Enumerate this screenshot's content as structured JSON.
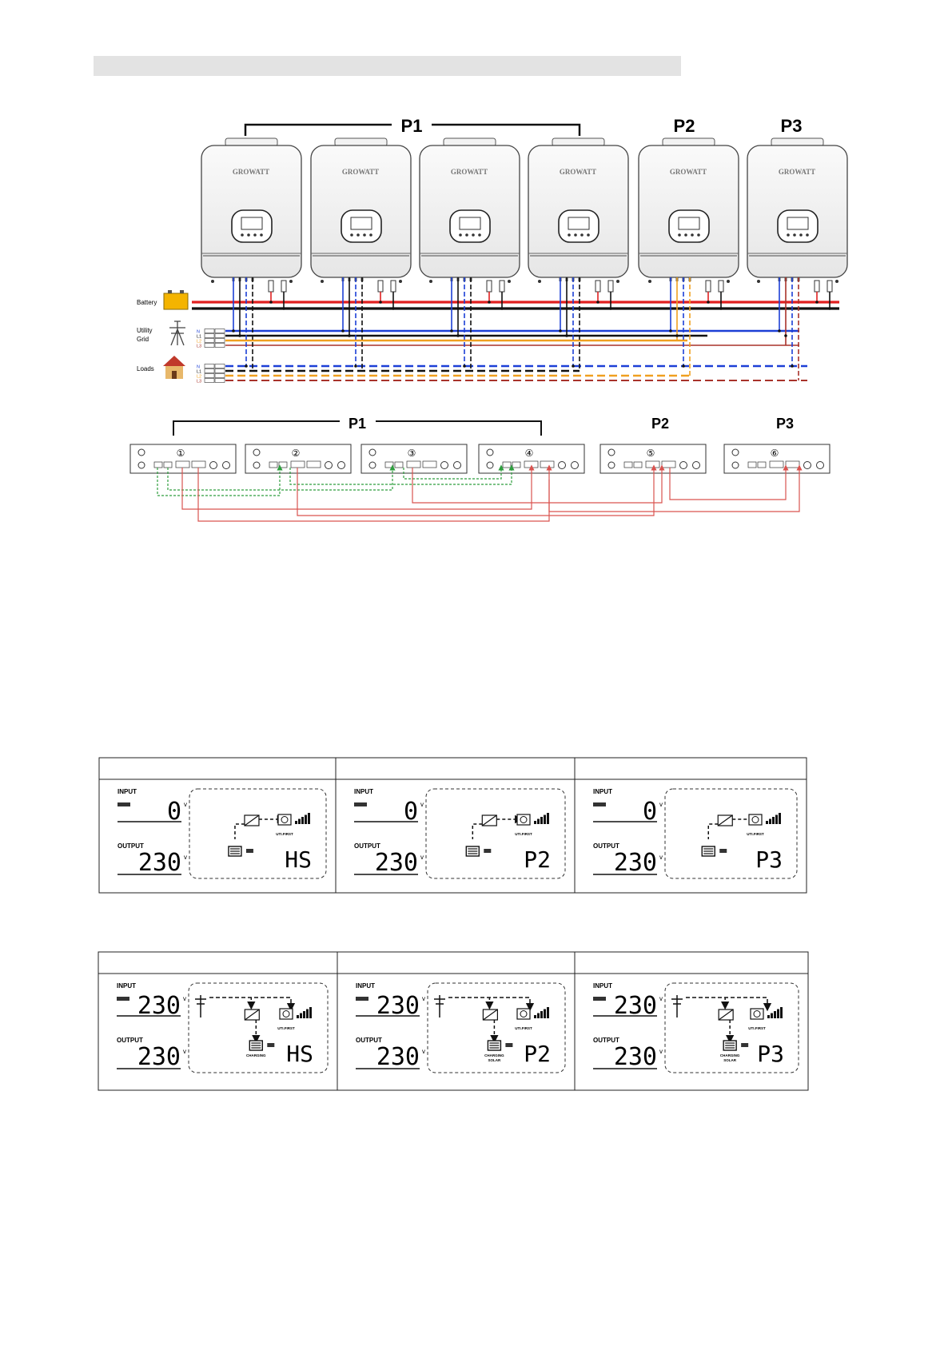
{
  "header_bar_text": "",
  "groups": {
    "p1": "P1",
    "p2": "P2",
    "p3": "P3"
  },
  "brand": "GROWATT",
  "sources": {
    "battery": "Battery",
    "utility_line1": "Utility",
    "utility_line2": "Grid",
    "loads": "Loads"
  },
  "phase_labels": [
    "N",
    "L1",
    "L2",
    "L3"
  ],
  "units": [
    "①",
    "②",
    "③",
    "④",
    "⑤",
    "⑥"
  ],
  "lcd": {
    "input_label": "INPUT",
    "output_label": "OUTPUT",
    "mode_label": "UTI.FIRST",
    "charging_label": "CHARGING",
    "solar_label": "SOLAR",
    "volt_unit": "v"
  },
  "display_table_1": {
    "panels": [
      {
        "input": "0",
        "output": "230",
        "code": "HS"
      },
      {
        "input": "0",
        "output": "230",
        "code": "P2"
      },
      {
        "input": "0",
        "output": "230",
        "code": "P3"
      }
    ]
  },
  "display_table_2": {
    "panels": [
      {
        "input": "230",
        "output": "230",
        "code": "HS"
      },
      {
        "input": "230",
        "output": "230",
        "code": "P2"
      },
      {
        "input": "230",
        "output": "230",
        "code": "P3"
      }
    ]
  },
  "colors": {
    "battery_pos": "#e02020",
    "battery_neg": "#111111",
    "neutral": "#1c3fd6",
    "l2": "#f0a020",
    "l3": "#a8322a",
    "comm": "#2e9e3e",
    "sync": "#d9534f",
    "header_bar": "#e3e3e3"
  }
}
